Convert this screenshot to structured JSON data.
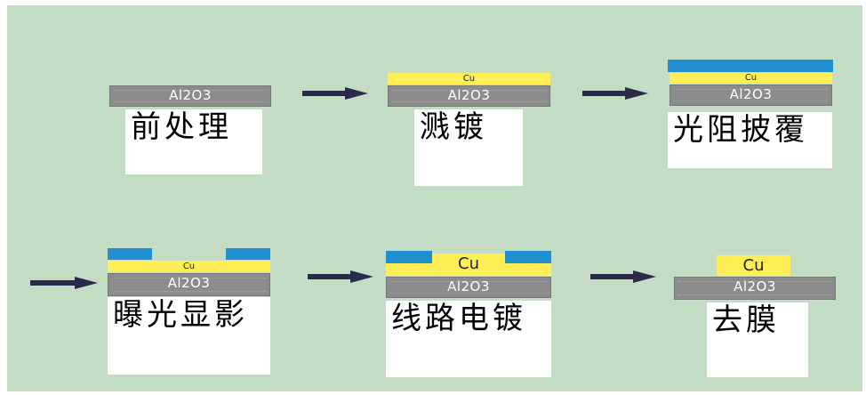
{
  "substrate_label": "Al2O3",
  "copper_label": "Cu",
  "colors": {
    "background": "#c4dcc4",
    "substrate": "#8c8c8c",
    "copper": "#ffee55",
    "photoresist": "#2090d0",
    "arrow": "#2a2a4a"
  },
  "steps": [
    {
      "label": "前处理"
    },
    {
      "label": "溅镀"
    },
    {
      "label": "光阻披覆"
    },
    {
      "label": "曝光显影"
    },
    {
      "label": "线路电镀"
    },
    {
      "label": "去膜"
    }
  ]
}
